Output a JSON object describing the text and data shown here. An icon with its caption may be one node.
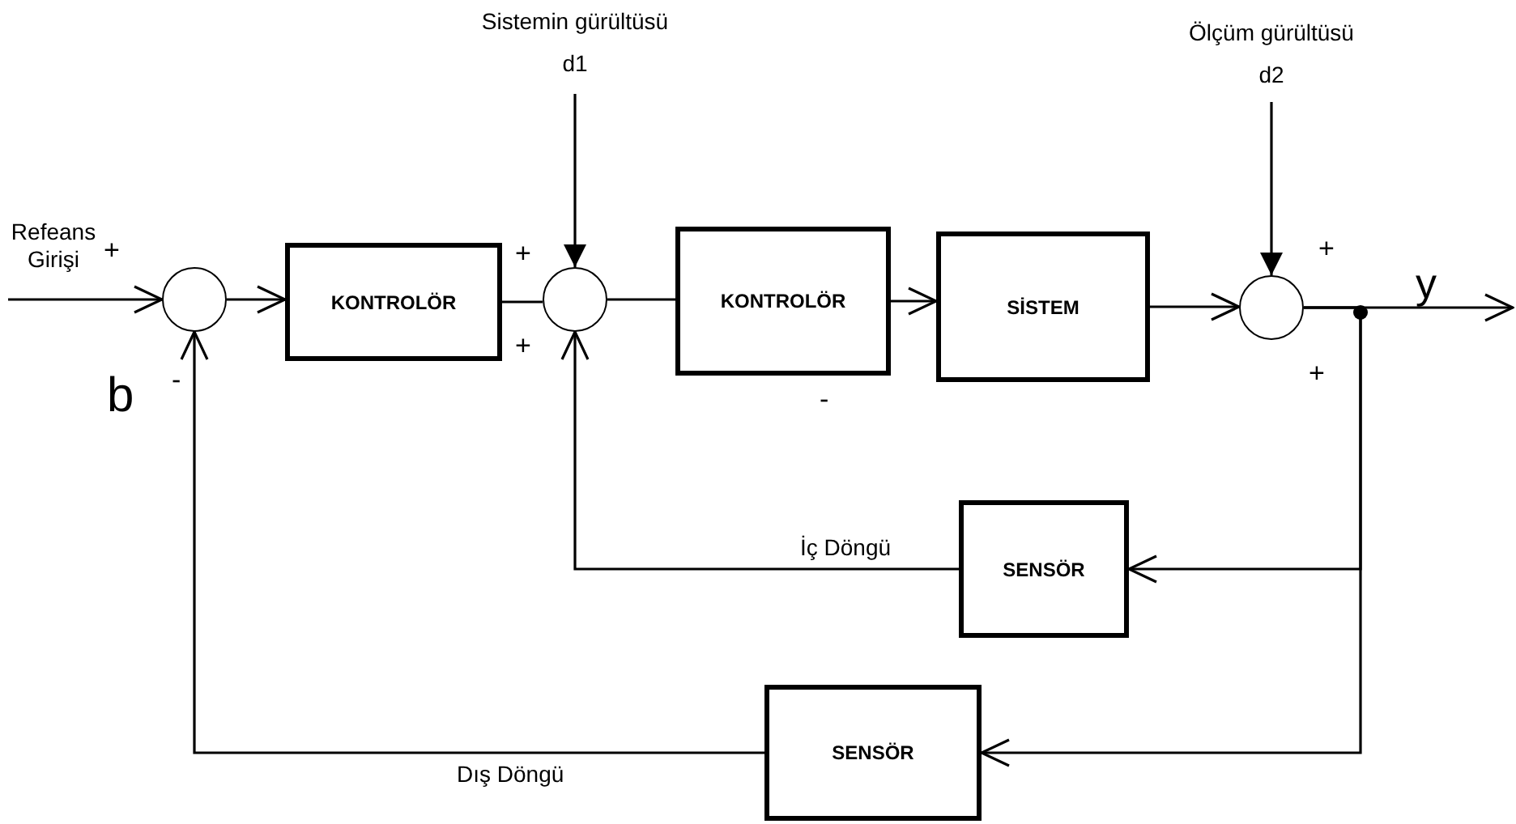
{
  "diagram": {
    "nodes": [
      {
        "text": [],
        "shape": "circle"
      },
      {
        "text": [
          "KONTROLÖR"
        ]
      },
      {
        "text": [],
        "shape": "circle"
      },
      {
        "text": [
          "Sistemin gürültüsü",
          "d1"
        ]
      },
      {
        "text": [
          "KONTROLÖR"
        ]
      },
      {
        "text": [
          "SİSTEM"
        ]
      },
      {
        "text": [],
        "shape": "circle"
      },
      {
        "text": [
          "Ölçüm gürültüsü",
          "d2"
        ]
      },
      {
        "text": [
          "SENSÖR"
        ]
      },
      {
        "text": [
          "SENSÖR"
        ]
      }
    ],
    "edges": [
      {
        "from": null,
        "to": 0,
        "arrow": "to",
        "label": "Refeans Girişi"
      },
      {
        "from": 0,
        "to": 1,
        "arrow": "to"
      },
      {
        "from": 1,
        "to": 2,
        "arrow": "none"
      },
      {
        "from": 3,
        "to": 2,
        "arrow": "to"
      },
      {
        "from": 2,
        "to": 4,
        "arrow": "none"
      },
      {
        "from": 4,
        "to": 5,
        "arrow": "to"
      },
      {
        "from": 5,
        "to": 6,
        "arrow": "to"
      },
      {
        "from": 7,
        "to": 6,
        "arrow": "to"
      },
      {
        "from": 6,
        "to": null,
        "arrow": "to",
        "label": "y"
      },
      {
        "from": 6,
        "to": 8,
        "arrow": "to"
      },
      {
        "from": 6,
        "to": 9,
        "arrow": "to"
      },
      {
        "from": 8,
        "to": 2,
        "arrow": "to",
        "label": "İç Döngü"
      },
      {
        "from": 9,
        "to": 0,
        "arrow": "to",
        "label": "Dış Döngü"
      }
    ],
    "labels": [
      "+",
      "b",
      "-",
      "+",
      "+",
      "-",
      "+",
      "+"
    ]
  }
}
